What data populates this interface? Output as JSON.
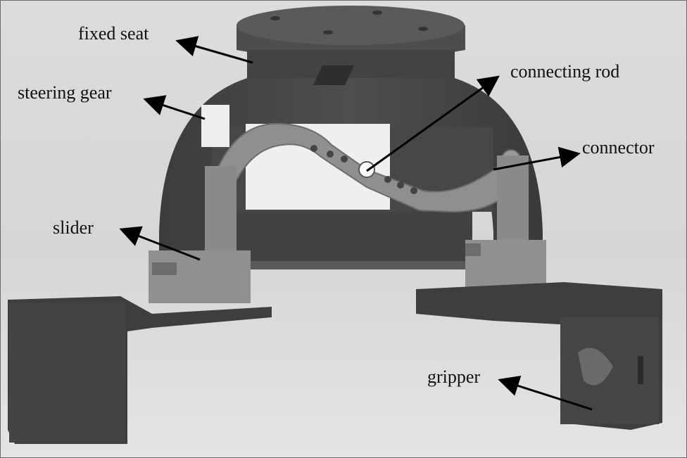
{
  "figure": {
    "background_color": "#d9d9d9",
    "model_color_dark": "#4a4a4a",
    "model_color_light": "#8c8c8c",
    "labels": {
      "fixed_seat": "fixed seat",
      "steering_gear": "steering gear",
      "connecting_rod": "connecting rod",
      "connector": "connector",
      "slider": "slider",
      "gripper": "gripper"
    }
  }
}
